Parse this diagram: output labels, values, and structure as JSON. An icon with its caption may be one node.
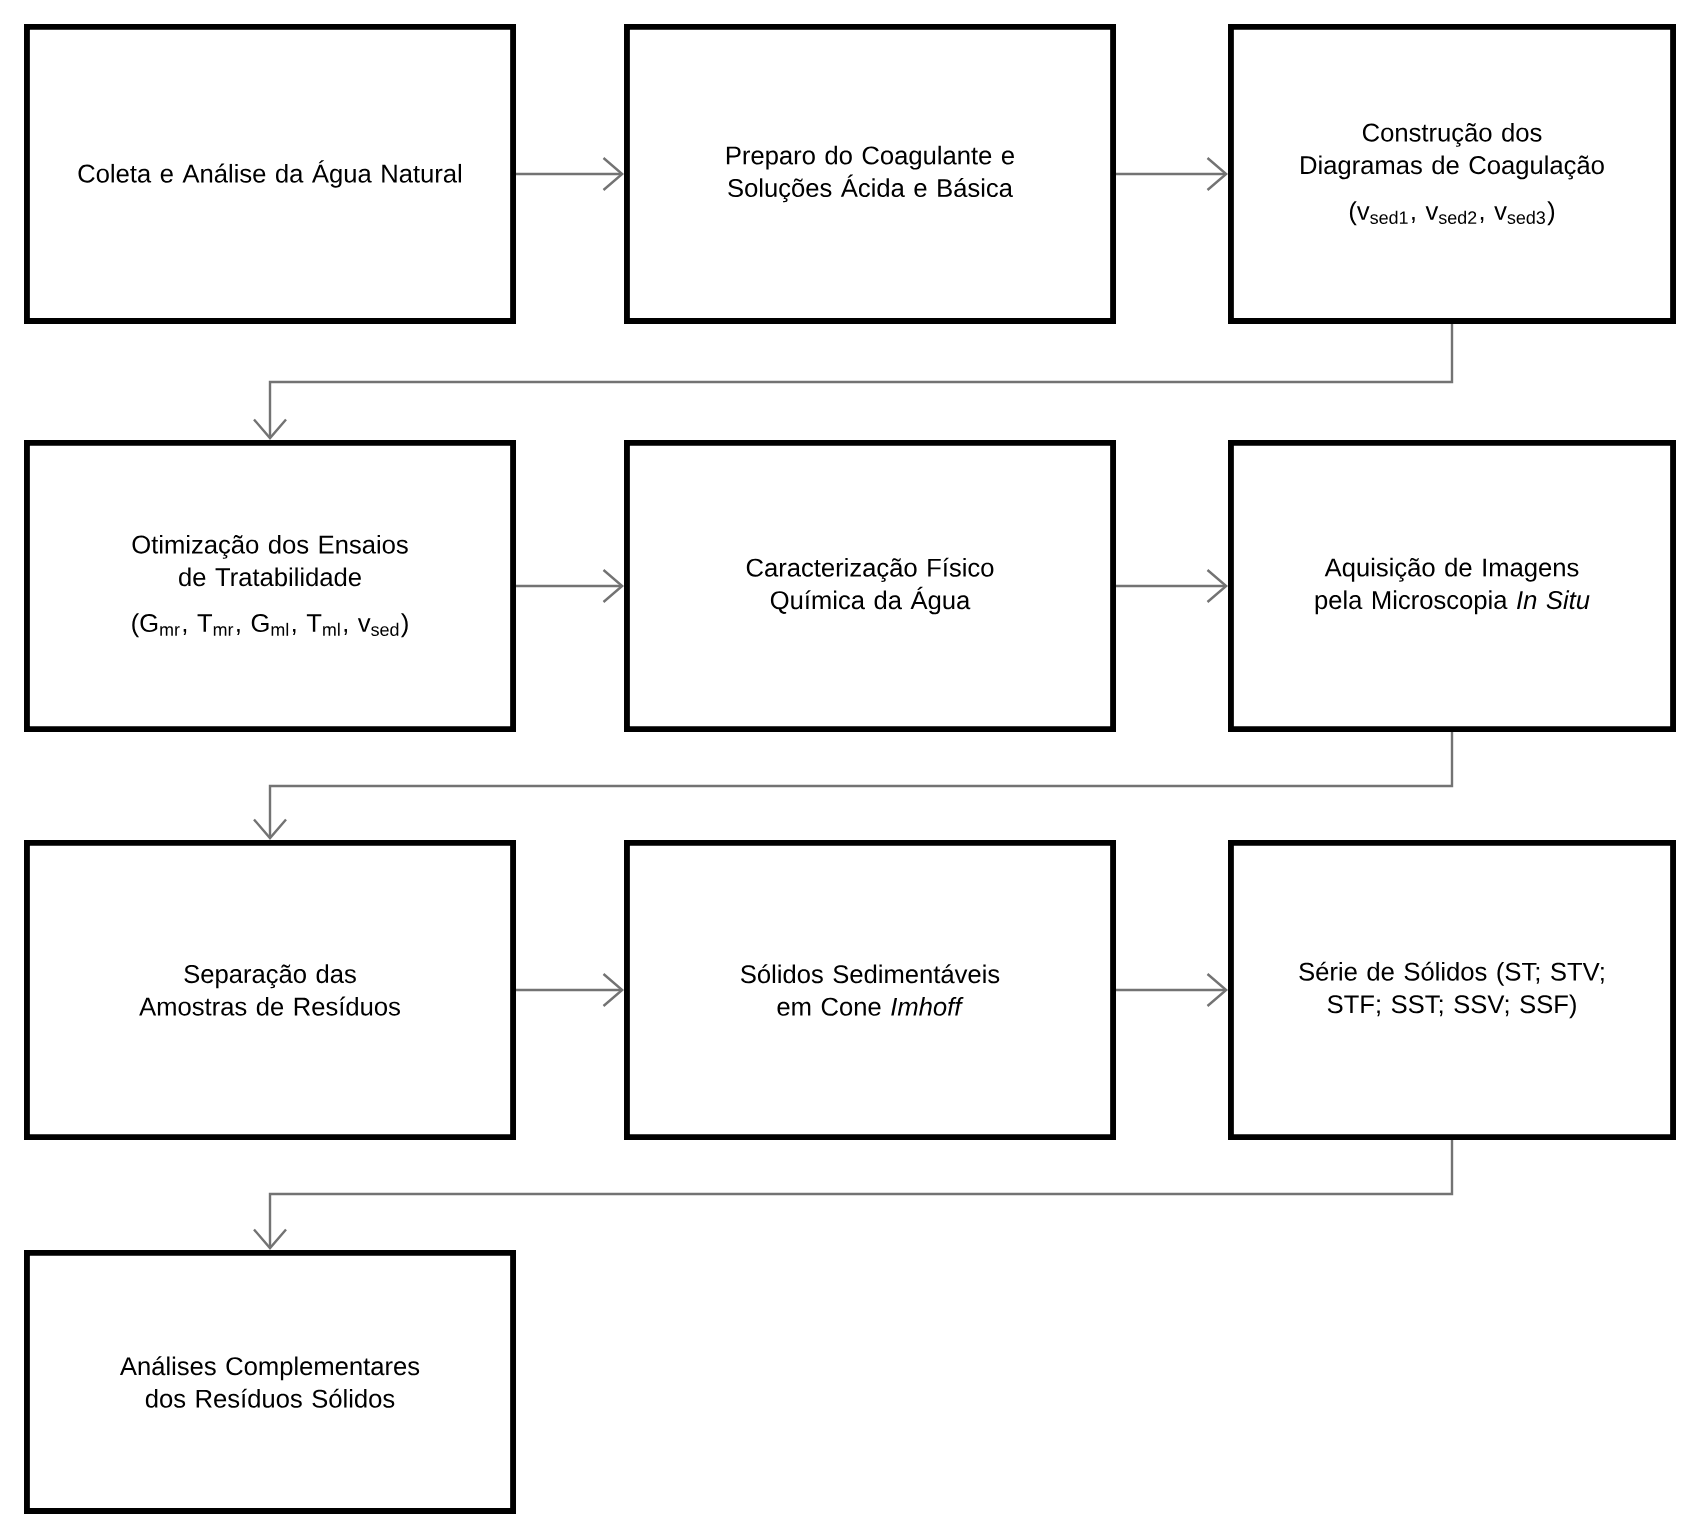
{
  "diagram": {
    "nodes": [
      {
        "text": [
          "Coleta e Análise da Água Natural"
        ]
      },
      {
        "text": [
          "Preparo do Coagulante e Soluções Ácida e Básica"
        ]
      },
      {
        "text": [
          "Construção dos Diagramas de Coagulação",
          "(v$_{sed1}$, v$_{sed2}$, v$_{sed3}$)"
        ]
      },
      {
        "text": [
          "Otimização dos Ensaios de Tratabilidade",
          "(G$_{mr}$, T$_{mr}$, G$_{ml}$, T$_{ml}$, v$_{sed}$)"
        ]
      },
      {
        "text": [
          "Caracterização Físico Química da Água"
        ]
      },
      {
        "text": [
          "Aquisição de Imagens pela Microscopia *In Situ*"
        ]
      },
      {
        "text": [
          "Separação das Amostras de Resíduos"
        ]
      },
      {
        "text": [
          "Sólidos Sedimentáveis em Cone *Imhoff*"
        ]
      },
      {
        "text": [
          "Série de Sólidos (ST; STV; STF; SST; SSV; SSF)"
        ]
      },
      {
        "text": [
          "Análises Complementares dos Resíduos Sólidos"
        ]
      }
    ],
    "edges": [
      {
        "from": 0,
        "to": 1,
        "arrow": "to"
      },
      {
        "from": 1,
        "to": 2,
        "arrow": "to"
      },
      {
        "from": 2,
        "to": 3,
        "arrow": "to"
      },
      {
        "from": 3,
        "to": 4,
        "arrow": "to"
      },
      {
        "from": 4,
        "to": 5,
        "arrow": "to"
      },
      {
        "from": 5,
        "to": 6,
        "arrow": "to"
      },
      {
        "from": 6,
        "to": 7,
        "arrow": "to"
      },
      {
        "from": 7,
        "to": 8,
        "arrow": "to"
      },
      {
        "from": 8,
        "to": 9,
        "arrow": "to"
      }
    ]
  }
}
